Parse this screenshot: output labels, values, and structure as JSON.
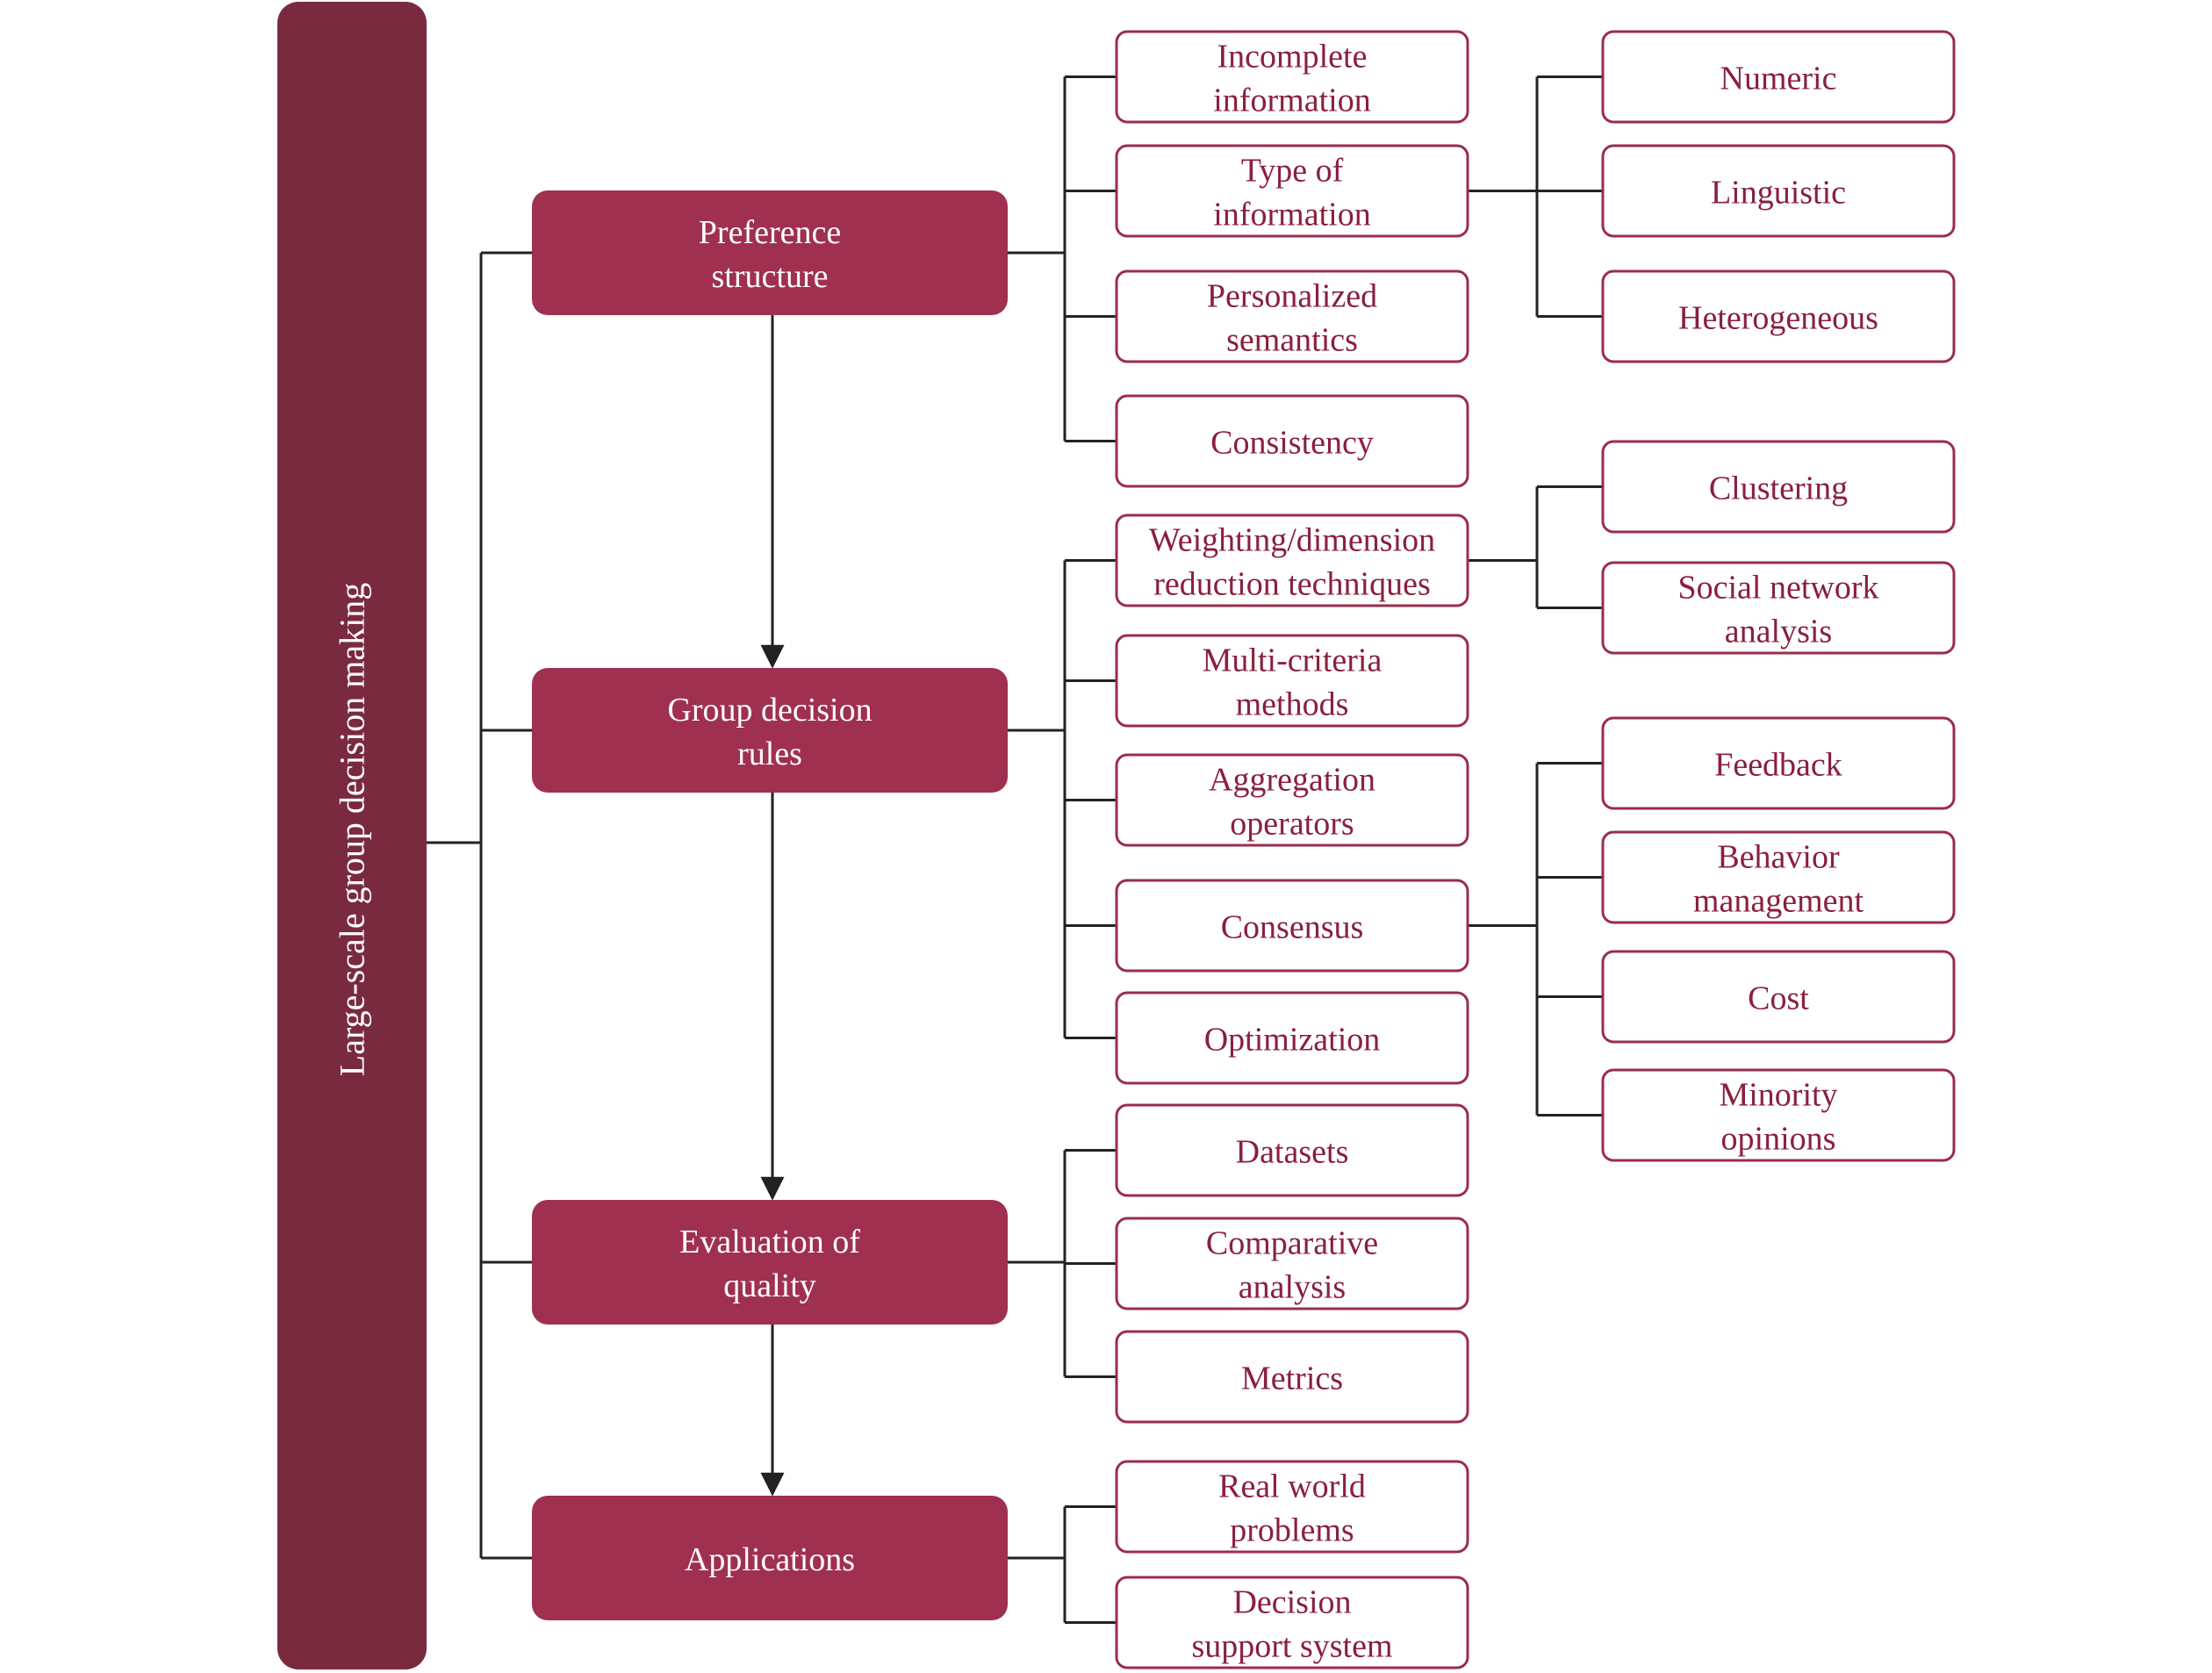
{
  "diagram": {
    "root": {
      "label": "Large-scale group decision making"
    },
    "colors": {
      "root_fill": "#7a2a3f",
      "category_fill": "#a03050",
      "box_border": "#9a2d4a",
      "box_text": "#8a1f3e",
      "connector": "#222222"
    },
    "categories": [
      {
        "id": "preference",
        "label": [
          "Preference",
          "structure"
        ],
        "children": [
          {
            "id": "incomplete",
            "label": [
              "Incomplete",
              "information"
            ],
            "children": []
          },
          {
            "id": "type-info",
            "label": [
              "Type of",
              "information"
            ],
            "children": [
              {
                "id": "numeric",
                "label": [
                  "Numeric"
                ]
              },
              {
                "id": "linguistic",
                "label": [
                  "Linguistic"
                ]
              },
              {
                "id": "heterogeneous",
                "label": [
                  "Heterogeneous"
                ]
              }
            ]
          },
          {
            "id": "personalized",
            "label": [
              "Personalized",
              "semantics"
            ],
            "children": []
          },
          {
            "id": "consistency",
            "label": [
              "Consistency"
            ],
            "children": []
          }
        ]
      },
      {
        "id": "group-rules",
        "label": [
          "Group decision",
          "rules"
        ],
        "children": [
          {
            "id": "weighting",
            "label": [
              "Weighting/dimension",
              "reduction techniques"
            ],
            "children": [
              {
                "id": "clustering",
                "label": [
                  "Clustering"
                ]
              },
              {
                "id": "sna",
                "label": [
                  "Social network",
                  "analysis"
                ]
              }
            ]
          },
          {
            "id": "multicriteria",
            "label": [
              "Multi-criteria",
              "methods"
            ],
            "children": []
          },
          {
            "id": "aggregation",
            "label": [
              "Aggregation",
              "operators"
            ],
            "children": []
          },
          {
            "id": "consensus",
            "label": [
              "Consensus"
            ],
            "children": [
              {
                "id": "feedback",
                "label": [
                  "Feedback"
                ]
              },
              {
                "id": "behavior",
                "label": [
                  "Behavior",
                  "management"
                ]
              },
              {
                "id": "cost",
                "label": [
                  "Cost"
                ]
              },
              {
                "id": "minority",
                "label": [
                  "Minority",
                  "opinions"
                ]
              }
            ]
          },
          {
            "id": "optimization",
            "label": [
              "Optimization"
            ],
            "children": []
          }
        ]
      },
      {
        "id": "evaluation",
        "label": [
          "Evaluation of",
          "quality"
        ],
        "children": [
          {
            "id": "datasets",
            "label": [
              "Datasets"
            ],
            "children": []
          },
          {
            "id": "comparative",
            "label": [
              "Comparative",
              "analysis"
            ],
            "children": []
          },
          {
            "id": "metrics",
            "label": [
              "Metrics"
            ],
            "children": []
          }
        ]
      },
      {
        "id": "applications",
        "label": [
          "Applications"
        ],
        "children": [
          {
            "id": "real-world",
            "label": [
              "Real world",
              "problems"
            ],
            "children": []
          },
          {
            "id": "dss",
            "label": [
              "Decision",
              "support system"
            ],
            "children": []
          }
        ]
      }
    ]
  }
}
